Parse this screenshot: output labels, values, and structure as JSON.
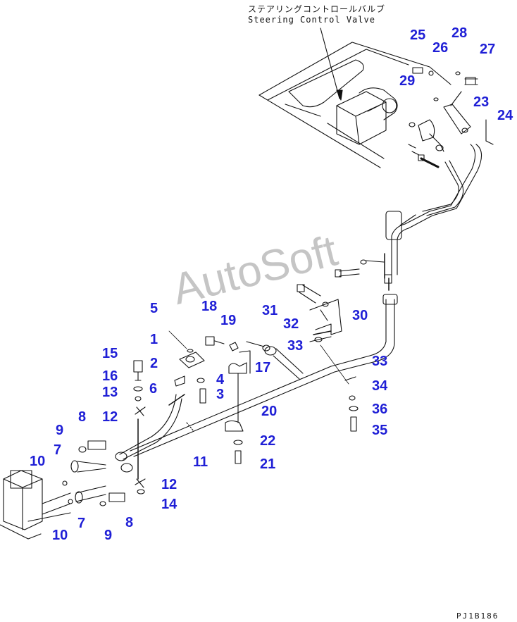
{
  "title_jp": "ステアリングコントロールバルブ",
  "title_en": "Steering Control Valve",
  "watermark": "AutoSoft",
  "drawing_code": "PJ1B186",
  "callout_color": "#1f1fd6",
  "callouts": [
    {
      "id": "c25",
      "label": "25"
    },
    {
      "id": "c28",
      "label": "28"
    },
    {
      "id": "c26",
      "label": "26"
    },
    {
      "id": "c27",
      "label": "27"
    },
    {
      "id": "c29",
      "label": "29"
    },
    {
      "id": "c23",
      "label": "23"
    },
    {
      "id": "c24",
      "label": "24"
    },
    {
      "id": "c5",
      "label": "5"
    },
    {
      "id": "c18",
      "label": "18"
    },
    {
      "id": "c31",
      "label": "31"
    },
    {
      "id": "c19",
      "label": "19"
    },
    {
      "id": "c32",
      "label": "32"
    },
    {
      "id": "c30",
      "label": "30"
    },
    {
      "id": "c1",
      "label": "1"
    },
    {
      "id": "c33a",
      "label": "33"
    },
    {
      "id": "c15",
      "label": "15"
    },
    {
      "id": "c2",
      "label": "2"
    },
    {
      "id": "c17",
      "label": "17"
    },
    {
      "id": "c33b",
      "label": "33"
    },
    {
      "id": "c16",
      "label": "16"
    },
    {
      "id": "c4",
      "label": "4"
    },
    {
      "id": "c6",
      "label": "6"
    },
    {
      "id": "c13",
      "label": "13"
    },
    {
      "id": "c3",
      "label": "3"
    },
    {
      "id": "c34",
      "label": "34"
    },
    {
      "id": "c12a",
      "label": "12"
    },
    {
      "id": "c20",
      "label": "20"
    },
    {
      "id": "c36",
      "label": "36"
    },
    {
      "id": "c8a",
      "label": "8"
    },
    {
      "id": "c35",
      "label": "35"
    },
    {
      "id": "c9a",
      "label": "9"
    },
    {
      "id": "c22",
      "label": "22"
    },
    {
      "id": "c7a",
      "label": "7"
    },
    {
      "id": "c11",
      "label": "11"
    },
    {
      "id": "c21",
      "label": "21"
    },
    {
      "id": "c10a",
      "label": "10"
    },
    {
      "id": "c12b",
      "label": "12"
    },
    {
      "id": "c14",
      "label": "14"
    },
    {
      "id": "c7b",
      "label": "7"
    },
    {
      "id": "c8b",
      "label": "8"
    },
    {
      "id": "c10b",
      "label": "10"
    },
    {
      "id": "c9b",
      "label": "9"
    }
  ]
}
